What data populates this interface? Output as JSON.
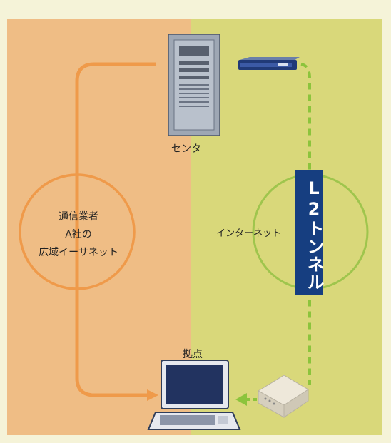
{
  "labels": {
    "center": "センタ",
    "base": "拠点",
    "internet": "インターネット",
    "wan": [
      "通信業者",
      "A社の",
      "広域イーサネット"
    ],
    "tunnel": "L2トンネル"
  },
  "colors": {
    "page_background": "#f5f3d8",
    "left_panel": "#efbd85",
    "right_panel": "#d9d87a",
    "wan_line": "#ef9a4a",
    "internet_circle": "#9fc54d",
    "tunnel_dashed": "#8cc43c",
    "tunnel_badge": "#163e80"
  },
  "icons": [
    "server-icon",
    "router-icon",
    "laptop-icon",
    "gateway-device-icon"
  ]
}
